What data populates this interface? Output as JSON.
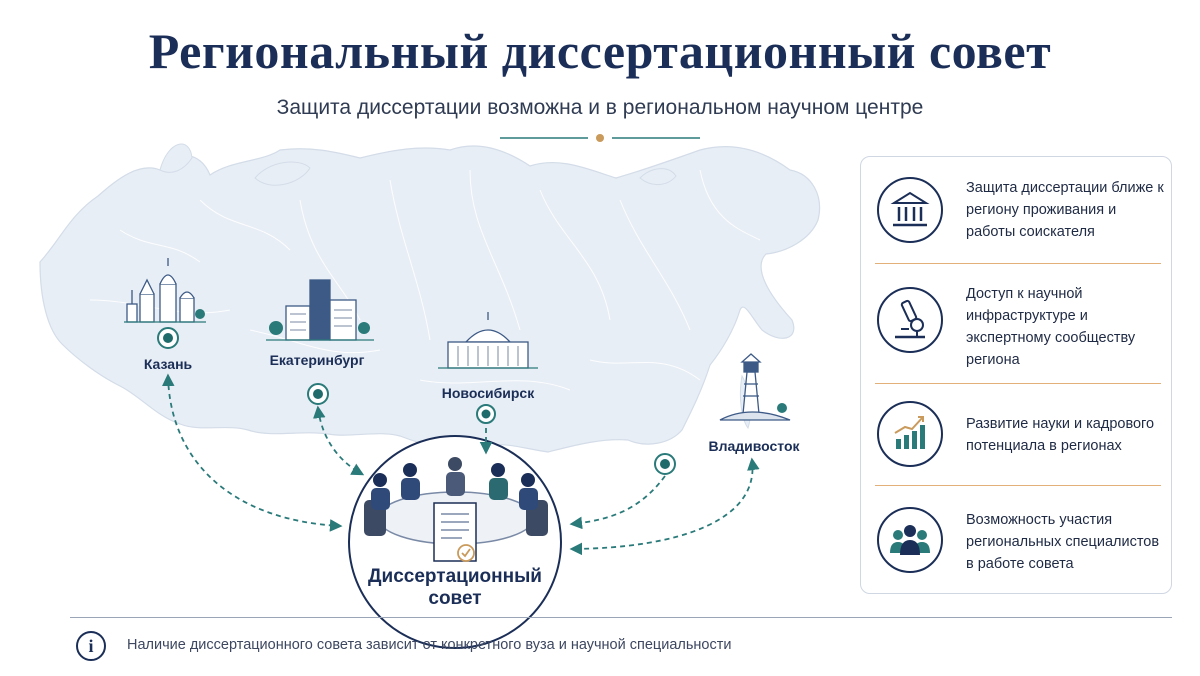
{
  "header": {
    "title": "Региональный диссертационный совет",
    "subtitle": "Защита диссертации возможна и в региональном научном центре"
  },
  "map": {
    "cities": [
      {
        "id": "kazan",
        "label": "Казань",
        "icon": "cathedral-icon"
      },
      {
        "id": "ekaterinburg",
        "label": "Екатеринбург",
        "icon": "office-buildings-icon"
      },
      {
        "id": "novosibirsk",
        "label": "Новосибирск",
        "icon": "theater-dome-icon"
      },
      {
        "id": "vladivostok",
        "label": "Владивосток",
        "icon": "lighthouse-icon"
      }
    ],
    "council": {
      "label": "Диссертационный совет",
      "icon": "meeting-table-icon"
    }
  },
  "benefits": [
    {
      "text": "Защита диссертации ближе к региону проживания и работы соискателя",
      "icon": "university-building-icon"
    },
    {
      "text": "Доступ к научной инфраструктуре и экспертному сообществу региона",
      "icon": "microscope-icon"
    },
    {
      "text": "Развитие науки и кадрового потенциала в регионах",
      "icon": "growth-chart-icon"
    },
    {
      "text": "Возможность участия региональных специалистов в работе совета",
      "icon": "people-group-icon"
    }
  ],
  "footer": {
    "info_icon": "i",
    "note": "Наличие диссертационного совета зависит от конкретного вуза и научной специальности"
  },
  "colors": {
    "navy": "#1b2e57",
    "teal": "#2a7a7a",
    "gold": "#c99a5b",
    "map": "#e8eef5"
  }
}
